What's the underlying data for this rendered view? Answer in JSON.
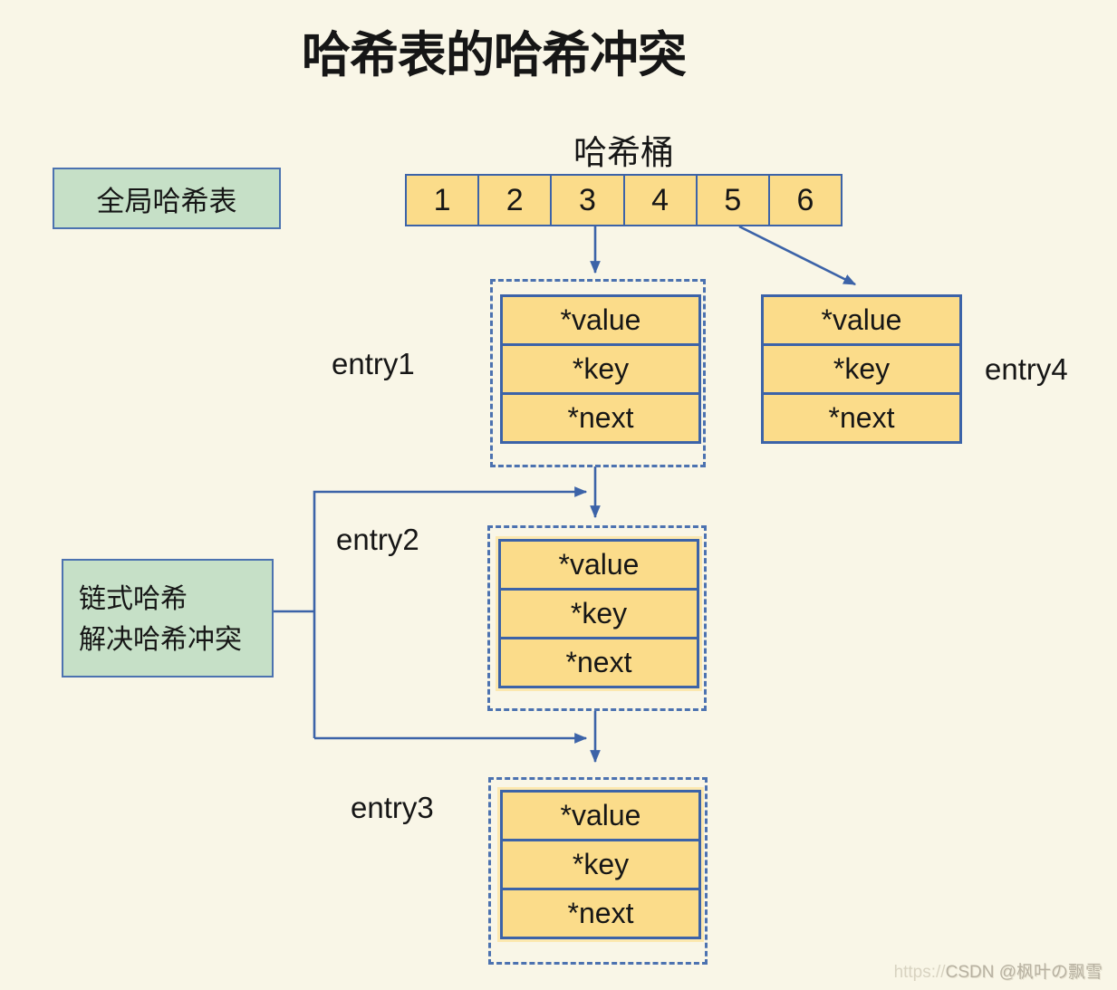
{
  "title": "哈希表的哈希冲突",
  "bucket": {
    "label": "哈希桶",
    "cells": [
      "1",
      "2",
      "3",
      "4",
      "5",
      "6"
    ]
  },
  "legend": {
    "global_label": "全局哈希表",
    "chain_line1": "链式哈希",
    "chain_line2": "解决哈希冲突"
  },
  "entries": [
    {
      "name": "entry1",
      "fields": [
        "*value",
        "*key",
        "*next"
      ]
    },
    {
      "name": "entry2",
      "fields": [
        "*value",
        "*key",
        "*next"
      ]
    },
    {
      "name": "entry3",
      "fields": [
        "*value",
        "*key",
        "*next"
      ]
    },
    {
      "name": "entry4",
      "fields": [
        "*value",
        "*key",
        "*next"
      ]
    }
  ],
  "watermark": {
    "prefix": "https://",
    "text": "CSDN @枫叶の飘雪"
  },
  "colors": {
    "background": "#f9f6e7",
    "cell_fill": "#fbdc8a",
    "line_blue": "#3c63a8",
    "dash_blue": "#4c72b0",
    "green_fill": "#c6e0c7",
    "text": "#161616",
    "watermark": "#b7b1a1"
  }
}
